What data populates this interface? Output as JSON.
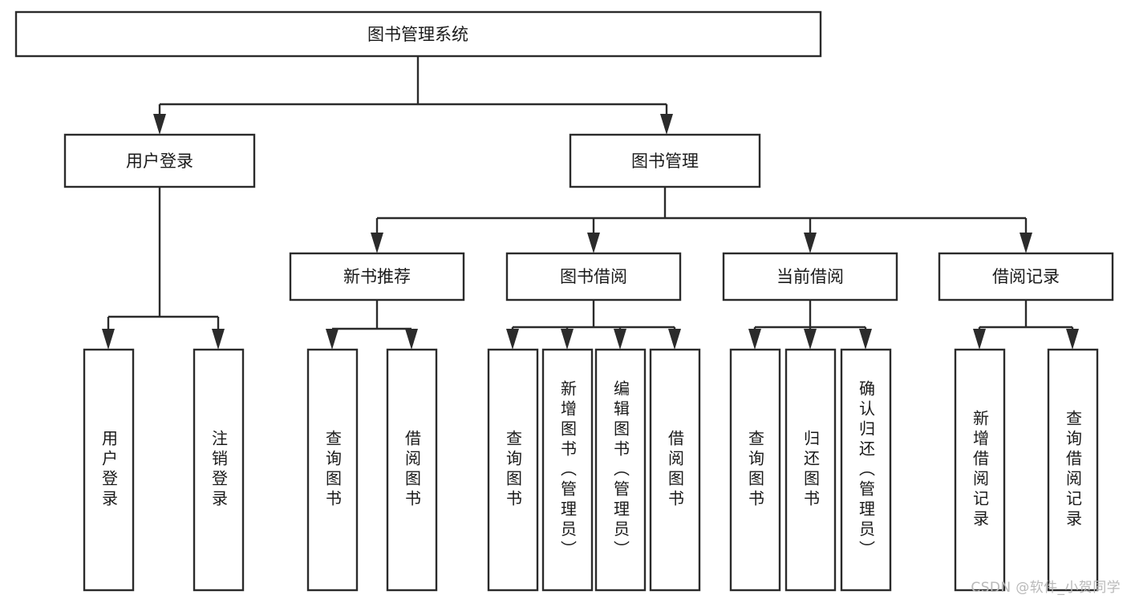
{
  "diagram": {
    "title": "图书管理系统",
    "type": "hierarchy-tree",
    "orientation": "top-down",
    "colors": {
      "stroke": "#2b2b2b",
      "box_fill": "#ffffff",
      "text": "#1a1a1a",
      "background": "#ffffff",
      "watermark": "#b9b9b9"
    },
    "levels": 4
  },
  "nodes": {
    "root": {
      "label": "图书管理系统",
      "level": 1,
      "orientation": "horizontal"
    },
    "l2": [
      {
        "id": "user-login",
        "label": "用户登录",
        "level": 2,
        "orientation": "horizontal"
      },
      {
        "id": "book-manage",
        "label": "图书管理",
        "level": 2,
        "orientation": "horizontal"
      }
    ],
    "l3": [
      {
        "id": "new-book-rec",
        "label": "新书推荐",
        "level": 3,
        "orientation": "horizontal"
      },
      {
        "id": "book-borrow",
        "label": "图书借阅",
        "level": 3,
        "orientation": "horizontal"
      },
      {
        "id": "current-borrow",
        "label": "当前借阅",
        "level": 3,
        "orientation": "horizontal"
      },
      {
        "id": "borrow-record",
        "label": "借阅记录",
        "level": 3,
        "orientation": "horizontal"
      }
    ],
    "leaves": {
      "user_login": [
        {
          "id": "leaf-user-login",
          "label": "用户登录"
        },
        {
          "id": "leaf-logout",
          "label": "注销登录"
        }
      ],
      "new_book_rec": [
        {
          "id": "leaf-query-book-1",
          "label": "查询图书"
        },
        {
          "id": "leaf-borrow-book-1",
          "label": "借阅图书"
        }
      ],
      "book_borrow": [
        {
          "id": "leaf-query-book-2",
          "label": "查询图书"
        },
        {
          "id": "leaf-add-book",
          "label": "新增图书（管理员）"
        },
        {
          "id": "leaf-edit-book",
          "label": "编辑图书（管理员）"
        },
        {
          "id": "leaf-borrow-book-2",
          "label": "借阅图书"
        }
      ],
      "current_borrow": [
        {
          "id": "leaf-query-book-3",
          "label": "查询图书"
        },
        {
          "id": "leaf-return-book",
          "label": "归还图书"
        },
        {
          "id": "leaf-confirm-return",
          "label": "确认归还（管理员）"
        }
      ],
      "borrow_record": [
        {
          "id": "leaf-add-record",
          "label": "新增借阅记录"
        },
        {
          "id": "leaf-query-record",
          "label": "查询借阅记录"
        }
      ]
    }
  },
  "watermark": {
    "text": "CSDN @软件_小贺同学"
  }
}
